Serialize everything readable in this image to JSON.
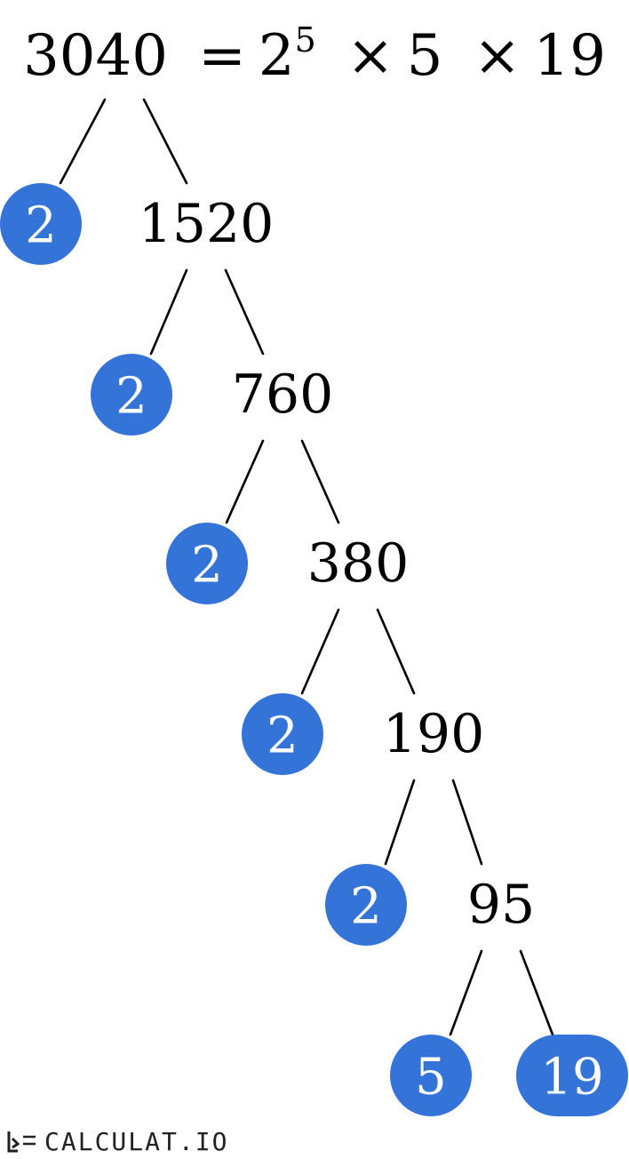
{
  "equation": {
    "number": "3040",
    "equals": "=",
    "base": "2",
    "exponent": "5",
    "times_1": "×",
    "factor_2": "5",
    "times_2": "×",
    "factor_3": "19"
  },
  "tree": {
    "nodes": [
      {
        "id": "n1520",
        "label": "1520",
        "kind": "composite"
      },
      {
        "id": "n760",
        "label": "760",
        "kind": "composite"
      },
      {
        "id": "n380",
        "label": "380",
        "kind": "composite"
      },
      {
        "id": "n190",
        "label": "190",
        "kind": "composite"
      },
      {
        "id": "n95",
        "label": "95",
        "kind": "composite"
      },
      {
        "id": "p1",
        "label": "2",
        "kind": "prime"
      },
      {
        "id": "p2",
        "label": "2",
        "kind": "prime"
      },
      {
        "id": "p3",
        "label": "2",
        "kind": "prime"
      },
      {
        "id": "p4",
        "label": "2",
        "kind": "prime"
      },
      {
        "id": "p5",
        "label": "2",
        "kind": "prime"
      },
      {
        "id": "p6",
        "label": "5",
        "kind": "prime"
      },
      {
        "id": "p7",
        "label": "19",
        "kind": "prime"
      }
    ],
    "edges": [
      [
        "root",
        "p1"
      ],
      [
        "root",
        "n1520"
      ],
      [
        "n1520",
        "p2"
      ],
      [
        "n1520",
        "n760"
      ],
      [
        "n760",
        "p3"
      ],
      [
        "n760",
        "n380"
      ],
      [
        "n380",
        "p4"
      ],
      [
        "n380",
        "n190"
      ],
      [
        "n190",
        "p5"
      ],
      [
        "n190",
        "n95"
      ],
      [
        "n95",
        "p6"
      ],
      [
        "n95",
        "p7"
      ]
    ]
  },
  "colors": {
    "prime_fill": "#3474d8",
    "prime_text": "#ffffff",
    "line": "#000000"
  },
  "logo": {
    "text": "CALCULAT.IO",
    "icon": "calculat-io-logo-icon"
  }
}
